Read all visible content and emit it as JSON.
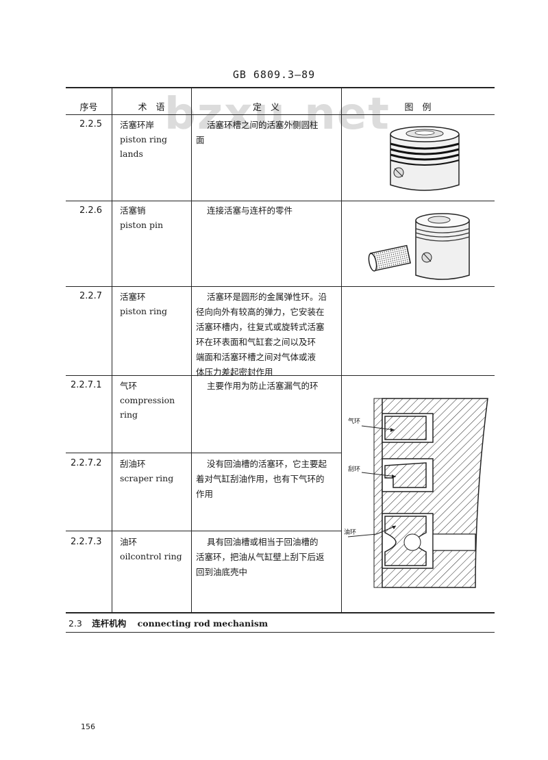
{
  "header": {
    "standard": "GB 6809.3—89"
  },
  "watermark": "bzxu.net",
  "table": {
    "columns": [
      "序号",
      "术　语",
      "定　义",
      "图　例"
    ],
    "rows": [
      {
        "no": "2.2.5",
        "term_cn": "活塞环岸",
        "term_en": [
          "piston ring",
          "lands"
        ],
        "definition": [
          "活塞环槽之间的活塞外侧圆柱",
          "面"
        ]
      },
      {
        "no": "2.2.6",
        "term_cn": "活塞销",
        "term_en": [
          "piston pin"
        ],
        "definition": [
          "连接活塞与连杆的零件"
        ]
      },
      {
        "no": "2.2.7",
        "term_cn": "活塞环",
        "term_en": [
          "piston ring"
        ],
        "definition": [
          "活塞环是圆形的金属弹性环。沿",
          "径向向外有较高的弹力，它安装在",
          "活塞环槽内，往复式或旋转式活塞",
          "环在环表面和气缸套之间以及环",
          "端面和活塞环槽之间对气体或液",
          "体压力差起密封作用"
        ]
      },
      {
        "no": "2.2.7.1",
        "term_cn": "气环",
        "term_en": [
          "compression",
          "ring"
        ],
        "definition": [
          "主要作用为防止活塞漏气的环"
        ]
      },
      {
        "no": "2.2.7.2",
        "term_cn": "刮油环",
        "term_en": [
          "scraper ring"
        ],
        "definition": [
          "没有回油槽的活塞环，它主要起",
          "着对气缸刮油作用，也有下气环的",
          "作用"
        ]
      },
      {
        "no": "2.2.7.3",
        "term_cn": "油环",
        "term_en": [
          "oilcontrol ring"
        ],
        "definition": [
          "具有回油槽或相当于回油槽的",
          "活塞环，把油从气缸壁上刮下后返",
          "回到油底壳中"
        ]
      }
    ]
  },
  "diagram_labels": {
    "compression": "气环",
    "scraper": "刮环",
    "oil": "油环"
  },
  "section": {
    "no": "2.3",
    "title_cn": "连杆机构",
    "title_en": "connecting rod mechanism"
  },
  "page_number": "156"
}
